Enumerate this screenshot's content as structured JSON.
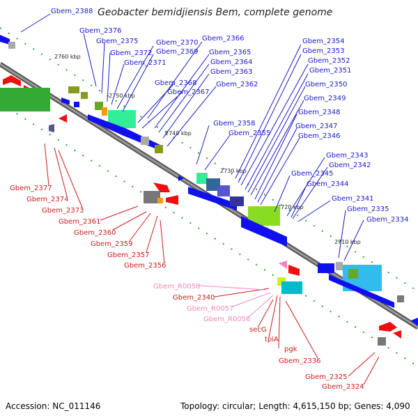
{
  "title": "Geobacter bemidjiensis Bem, complete genome",
  "footer": {
    "accession": "Accession: NC_011146",
    "summary": "Topology: circular; Length: 4,615,150 bp; Genes: 4,090"
  },
  "ticks": [
    "2760 kbp",
    "2750 kbp",
    "2740 kbp",
    "2730 kbp",
    "2720 kbp",
    "2710 kbp"
  ],
  "labels": {
    "upper": [
      "Gbem_2388",
      "Gbem_2376",
      "Gbem_2375",
      "Gbem_2372",
      "Gbem_2371",
      "Gbem_2370",
      "Gbem_2369",
      "Gbem_2368",
      "Gbem_2367",
      "Gbem_2366",
      "Gbem_2365",
      "Gbem_2364",
      "Gbem_2363",
      "Gbem_2362",
      "Gbem_2358",
      "Gbem_2355",
      "Gbem_2354",
      "Gbem_2353",
      "Gbem_2352",
      "Gbem_2351",
      "Gbem_2350",
      "Gbem_2349",
      "Gbem_2348",
      "Gbem_2347",
      "Gbem_2346",
      "Gbem_2345",
      "Gbem_2344",
      "Gbem_2343",
      "Gbem_2342",
      "Gbem_2341",
      "Gbem_2335",
      "Gbem_2334"
    ],
    "lower": [
      "Gbem_2377",
      "Gbem_2374",
      "Gbem_2373",
      "Gbem_2361",
      "Gbem_2360",
      "Gbem_2359",
      "Gbem_2357",
      "Gbem_2356",
      "Gbem_R0058",
      "Gbem_2340",
      "Gbem_R0057",
      "Gbem_R0056",
      "secG",
      "tpiA",
      "pgk",
      "Gbem_2336",
      "Gbem_2325",
      "Gbem_2324"
    ]
  },
  "colors": {
    "forward": "#1010ee",
    "reverse": "#ee1010",
    "rna": "#ff80c0",
    "backbone": "#777777",
    "tick_dots": "#22aa22",
    "label_blue": "#1a1acc",
    "label_red": "#cc1a1a"
  }
}
